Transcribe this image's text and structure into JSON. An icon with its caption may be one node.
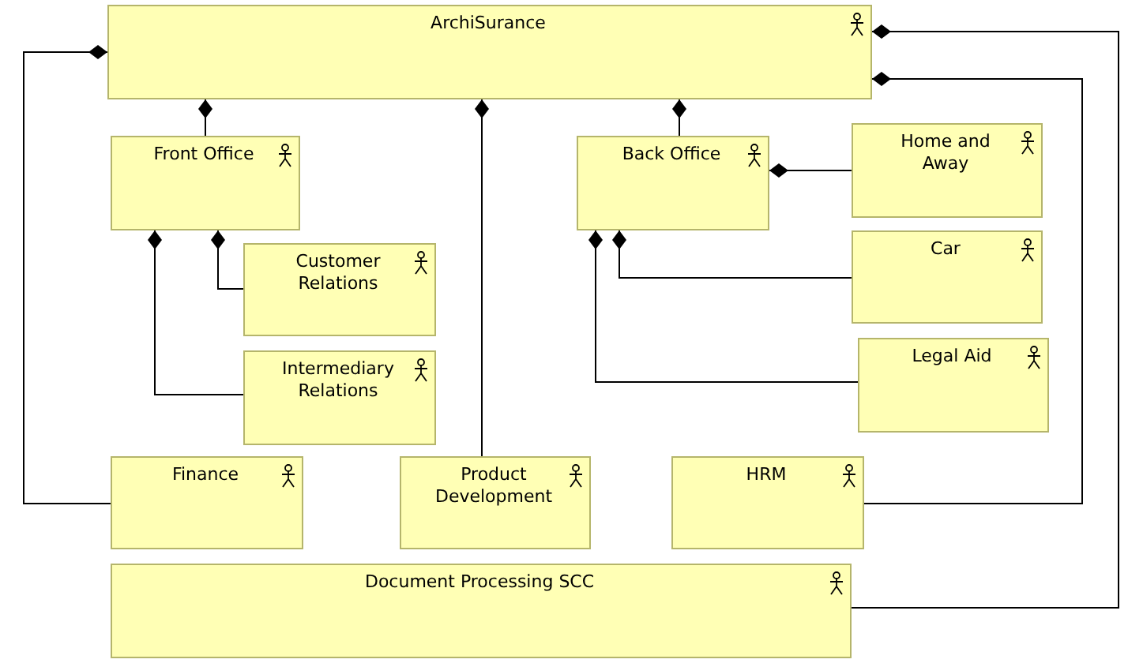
{
  "diagram": {
    "nodes": [
      {
        "text": [
          "ArchiSurance"
        ]
      },
      {
        "text": [
          "Front Office"
        ]
      },
      {
        "text": [
          "Customer Relations"
        ]
      },
      {
        "text": [
          "Intermediary Relations"
        ]
      },
      {
        "text": [
          "Back Office"
        ]
      },
      {
        "text": [
          "Home and Away"
        ]
      },
      {
        "text": [
          "Car"
        ]
      },
      {
        "text": [
          "Legal Aid"
        ]
      },
      {
        "text": [
          "Finance"
        ]
      },
      {
        "text": [
          "Product Development"
        ]
      },
      {
        "text": [
          "HRM"
        ]
      },
      {
        "text": [
          "Document Processing SCC"
        ]
      }
    ],
    "edges": [
      {
        "from": 0,
        "to": 1,
        "arrow": "other"
      },
      {
        "from": 0,
        "to": 9,
        "arrow": "other"
      },
      {
        "from": 0,
        "to": 4,
        "arrow": "other"
      },
      {
        "from": 0,
        "to": 8,
        "arrow": "other"
      },
      {
        "from": 0,
        "to": 10,
        "arrow": "other"
      },
      {
        "from": 0,
        "to": 11,
        "arrow": "other"
      },
      {
        "from": 1,
        "to": 2,
        "arrow": "other"
      },
      {
        "from": 1,
        "to": 3,
        "arrow": "other"
      },
      {
        "from": 4,
        "to": 5,
        "arrow": "other"
      },
      {
        "from": 4,
        "to": 6,
        "arrow": "other"
      },
      {
        "from": 4,
        "to": 7,
        "arrow": "other"
      }
    ]
  }
}
